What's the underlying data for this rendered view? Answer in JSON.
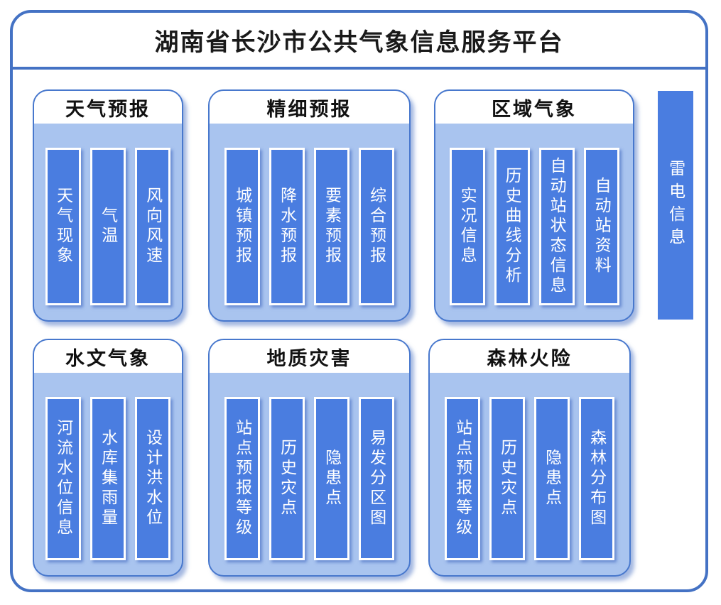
{
  "page_title": "湖南省长沙市公共气象信息服务平台",
  "sections": [
    {
      "title": "天气预报",
      "items": [
        "天气现象",
        "气温",
        "风向风速"
      ]
    },
    {
      "title": "精细预报",
      "items": [
        "城镇预报",
        "降水预报",
        "要素预报",
        "综合预报"
      ]
    },
    {
      "title": "区域气象",
      "items": [
        "实况信息",
        "历史曲线分析",
        "自动站状态信息",
        "自动站资料"
      ]
    },
    {
      "title": "水文气象",
      "items": [
        "河流水位信息",
        "水库集雨量",
        "设计洪水位"
      ]
    },
    {
      "title": "地质灾害",
      "items": [
        "站点预报等级",
        "历史灾点",
        "隐患点",
        "易发分区图"
      ]
    },
    {
      "title": "森林火险",
      "items": [
        "站点预报等级",
        "历史灾点",
        "隐患点",
        "森林分布图"
      ]
    }
  ],
  "lightning": {
    "label": "雷电信息"
  },
  "colors": {
    "frame_border": "#4472C4",
    "panel_fill": "#A9C4EF",
    "panel_border": "#4878CD",
    "header_fill": "#FFFFFF",
    "bar_fill": "#4A7DE0",
    "bar_border": "#FFFFFF",
    "bar_text": "#FFFFFF",
    "title_text": "#1A1A1A"
  }
}
